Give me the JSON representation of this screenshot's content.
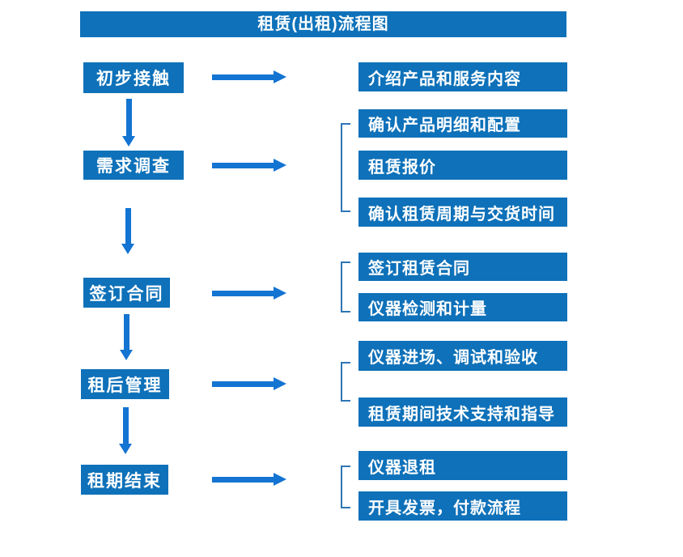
{
  "title": "租赁(出租)流程图",
  "colors": {
    "box_blue": "#0e71b9",
    "arrow_blue": "#1374d2",
    "bracket_blue": "#2e75b6",
    "text": "#ffffff",
    "background": "#ffffff"
  },
  "steps": [
    {
      "label": "初步接触"
    },
    {
      "label": "需求调查"
    },
    {
      "label": "签订合同"
    },
    {
      "label": "租后管理"
    },
    {
      "label": "租期结束"
    }
  ],
  "details": [
    {
      "label": "介绍产品和服务内容"
    },
    {
      "label": "确认产品明细和配置"
    },
    {
      "label": "租赁报价"
    },
    {
      "label": "确认租赁周期与交货时间"
    },
    {
      "label": "签订租赁合同"
    },
    {
      "label": "仪器检测和计量"
    },
    {
      "label": "仪器进场、调试和验收"
    },
    {
      "label": "租赁期间技术支持和指导"
    },
    {
      "label": "仪器退租"
    },
    {
      "label": "开具发票，付款流程"
    }
  ]
}
